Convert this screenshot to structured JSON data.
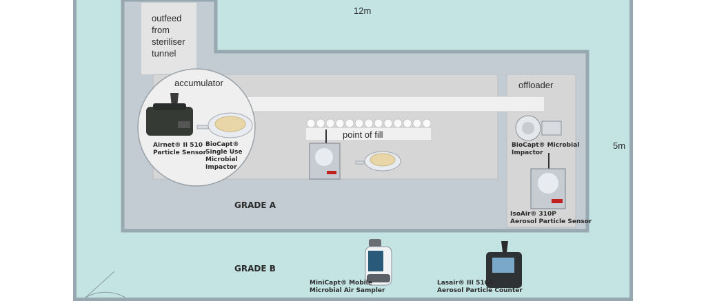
{
  "dimensions": {
    "length": "12m",
    "width": "5m"
  },
  "zones": {
    "outfeed": "outfeed\nfrom\nsteriliser\ntunnel",
    "accumulator": "accumulator",
    "point_of_fill": "point of fill",
    "offloader": "offloader",
    "grade_a": "GRADE A",
    "grade_b": "GRADE B"
  },
  "devices": {
    "airnet": "Airnet® II 510\nParticle Sensor",
    "biocapt_single": "BioCapt®\nSingle Use\nMicrobial\nImpactor",
    "biocapt_microbial": "BioCapt® Microbial\nImpactor",
    "isoair": "IsoAir® 310P\nAerosol Particle Sensor",
    "minicapt": "MiniCapt® Mobile\nMicrobial Air Sampler",
    "lasair": "Lasair® III 5100\nAerosol Particle Counter"
  },
  "colors": {
    "grade_b_fill": "#c4e4e4",
    "grade_a_fill": "#c3ccd2",
    "wall": "#98a8b0",
    "line_fill": "#d6d6d6",
    "conveyor": "#f0f0f0"
  },
  "icons": [
    "door-swing-icon",
    "vial-icon",
    "sensor-device-icon",
    "impactor-dish-icon",
    "handheld-sampler-icon",
    "counter-device-icon"
  ]
}
